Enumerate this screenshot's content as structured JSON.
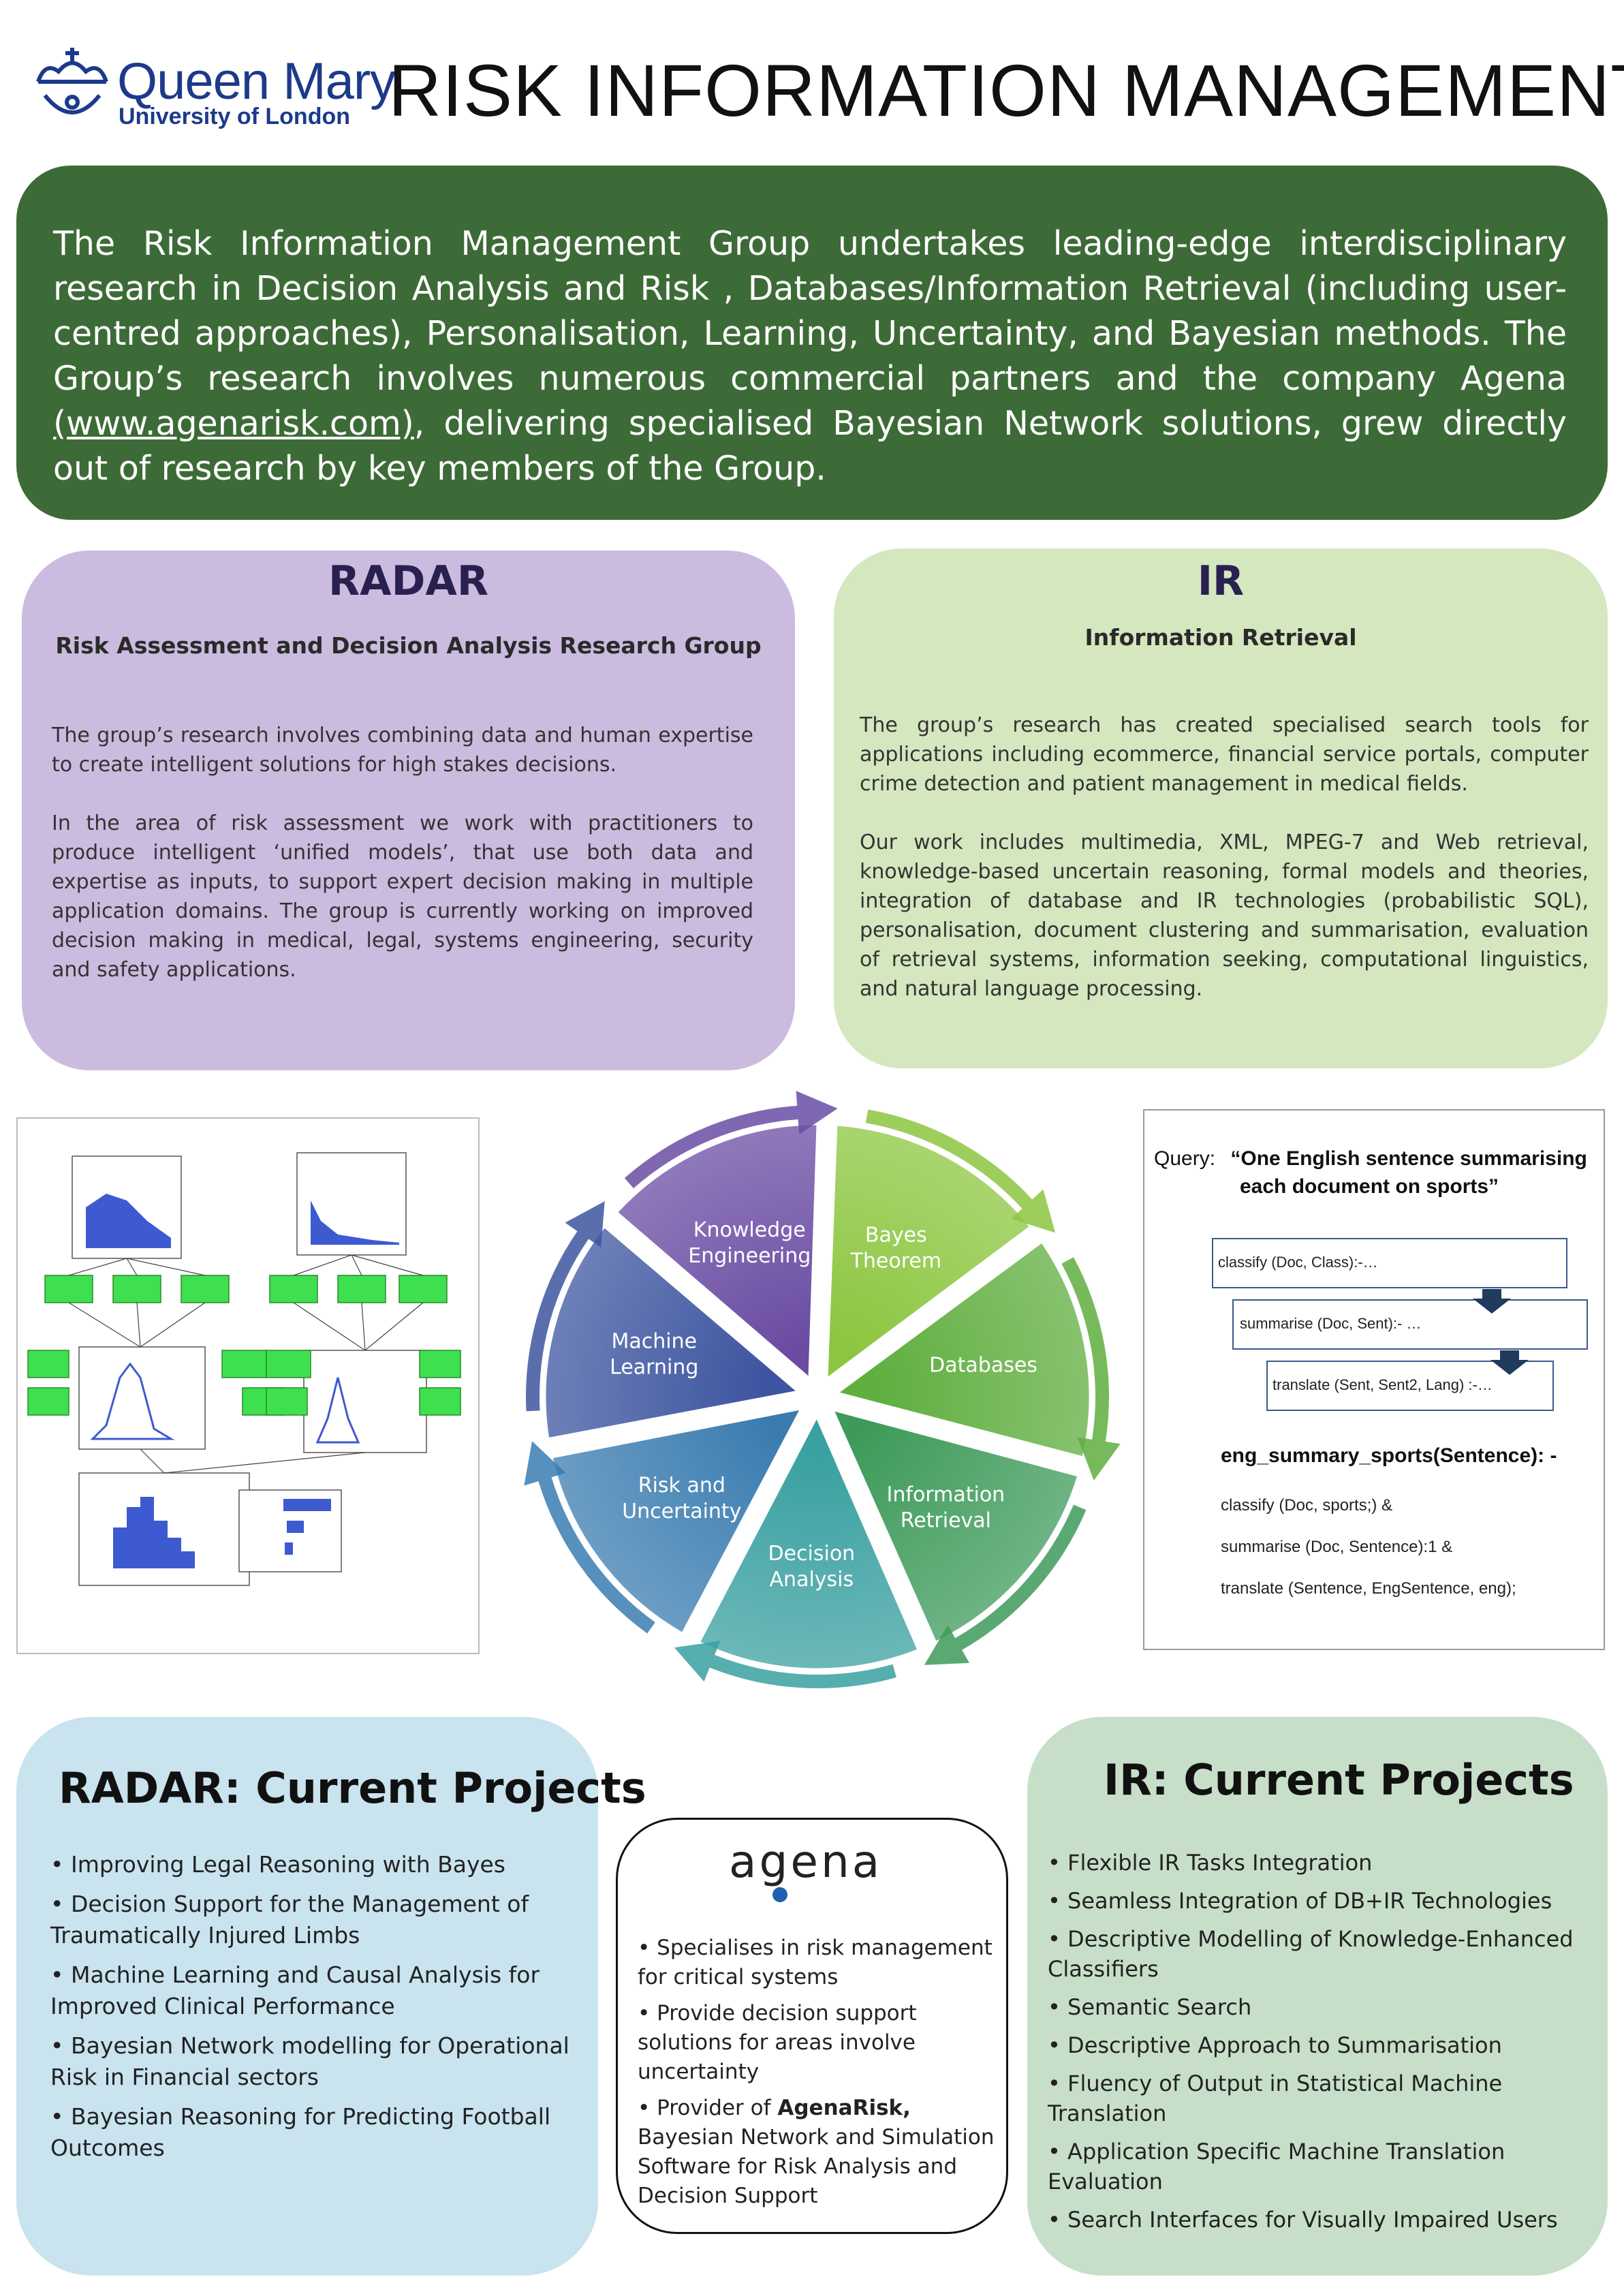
{
  "header": {
    "logo_name": "Queen Mary",
    "logo_sub": "University of London",
    "title": "RISK INFORMATION MANAGEMENT"
  },
  "intro": {
    "text_before_link": "The Risk Information Management Group undertakes leading-edge interdisciplinary research in Decision Analysis and Risk , Databases/Information Retrieval (including user-centred approaches), Personalisation, Learning, Uncertainty, and Bayesian methods. The Group’s research involves numerous commercial partners and the company Agena ",
    "link": "(www.agenarisk.com)",
    "text_after_link": ", delivering specialised Bayesian Network solutions, grew directly out of research by key members of the Group."
  },
  "radar": {
    "heading": "RADAR",
    "subheading": "Risk Assessment and Decision Analysis Research Group",
    "para1": "The group’s research involves combining data and human expertise to create intelligent solutions for high stakes decisions.",
    "para2": "In the area of risk assessment we work with practitioners to produce intelligent ‘unified models’, that use both data and expertise as inputs, to support expert decision making in multiple application domains. The group is currently working on improved decision making in medical, legal, systems engineering, security and safety applications."
  },
  "ir": {
    "heading": "IR",
    "subheading": "Information Retrieval",
    "para1": "The group’s research has created specialised search tools for applications including ecommerce, financial service portals, computer crime detection and patient management in medical fields.",
    "para2": "Our work includes multimedia, XML, MPEG-7 and Web retrieval, knowledge-based uncertain reasoning, formal models and theories, integration of database and IR technologies (probabilistic SQL), personalisation, document clustering and summarisation, evaluation of retrieval systems, information seeking, computational linguistics, and natural language processing."
  },
  "wheel": {
    "segments": [
      {
        "label1": "Bayes",
        "label2": "Theorem",
        "color": "#8cc63f"
      },
      {
        "label1": "Databases",
        "label2": "",
        "color": "#5fae3e"
      },
      {
        "label1": "Information",
        "label2": "Retrieval",
        "color": "#3d9a5a"
      },
      {
        "label1": "Decision",
        "label2": "Analysis",
        "color": "#3aa0a0"
      },
      {
        "label1": "Risk and",
        "label2": "Uncertainty",
        "color": "#3a7cb0"
      },
      {
        "label1": "Machine",
        "label2": "Learning",
        "color": "#3d55a0"
      },
      {
        "label1": "Knowledge",
        "label2": "Engineering",
        "color": "#6a4ca3"
      }
    ]
  },
  "query_fig": {
    "query_label": "Query:",
    "query_line1": "“One English sentence summarising",
    "query_line2": "each document on sports”",
    "step1": "classify (Doc, Class):-…",
    "step2": "summarise (Doc, Sent):- …",
    "step3": "translate (Sent, Sent2, Lang) :-…",
    "rule_head": "eng_summary_sports(Sentence): -",
    "rule1": "classify (Doc, sports;) &",
    "rule2": "summarise (Doc, Sentence):1 &",
    "rule3": "translate (Sentence, EngSentence, eng);"
  },
  "radar_projects": {
    "heading": "RADAR: Current Projects",
    "items": [
      "Improving Legal Reasoning with Bayes",
      "Decision Support for the Management of Traumatically Injured Limbs",
      "Machine Learning and Causal Analysis for Improved  Clinical  Performance",
      "Bayesian Network modelling for Operational Risk in Financial sectors",
      "Bayesian Reasoning for Predicting Football Outcomes"
    ]
  },
  "agena": {
    "logo": "agena",
    "item1": "Specialises in risk management for critical systems",
    "item2": "Provide decision support solutions for areas involve uncertainty",
    "item3_before": "Provider of  ",
    "item3_bold": "AgenaRisk,",
    "item3_after": " Bayesian Network and Simulation  Software for Risk Analysis and  Decision Support"
  },
  "ir_projects": {
    "heading": "IR: Current Projects",
    "items": [
      "Flexible IR Tasks Integration",
      "Seamless Integration of DB+IR Technologies",
      "Descriptive Modelling of Knowledge-Enhanced Classifiers",
      " Semantic Search",
      "Descriptive Approach to Summarisation",
      "Fluency of Output in Statistical Machine Translation",
      "Application Specific Machine Translation Evaluation",
      "Search Interfaces for Visually Impaired Users"
    ]
  },
  "colors": {
    "intro_bg": "#3d6b37",
    "radar_bg": "#cbbbdf",
    "ir_bg": "#d4e7bf",
    "radar_projects_bg": "#c9e3ef",
    "ir_projects_bg": "#c7dfc9",
    "qm_blue": "#1d3a8a"
  }
}
